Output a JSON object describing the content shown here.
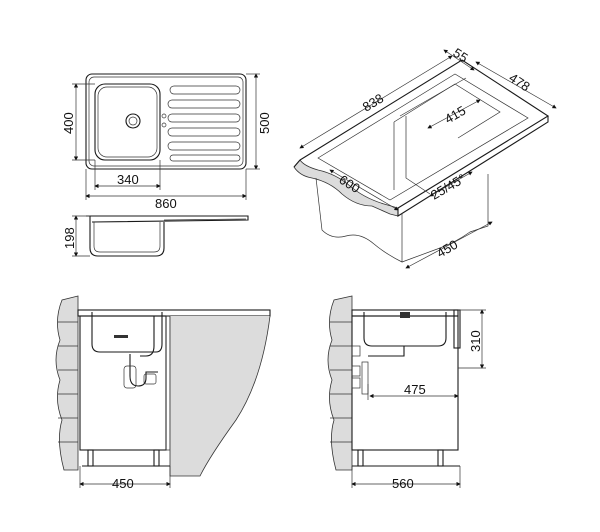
{
  "dimensions": {
    "top_width": "860",
    "top_depth": "500",
    "bowl_depth": "400",
    "bowl_width": "340",
    "section_depth": "198",
    "iso_length": "838",
    "iso_width": "600",
    "iso_flange": "55",
    "iso_depth": "478",
    "iso_drainer": "415",
    "iso_radius": "25/45°",
    "iso_cabinet": "450",
    "front_cabinet": "450",
    "side_height": "310",
    "side_drain": "475",
    "side_cabinet": "560"
  }
}
